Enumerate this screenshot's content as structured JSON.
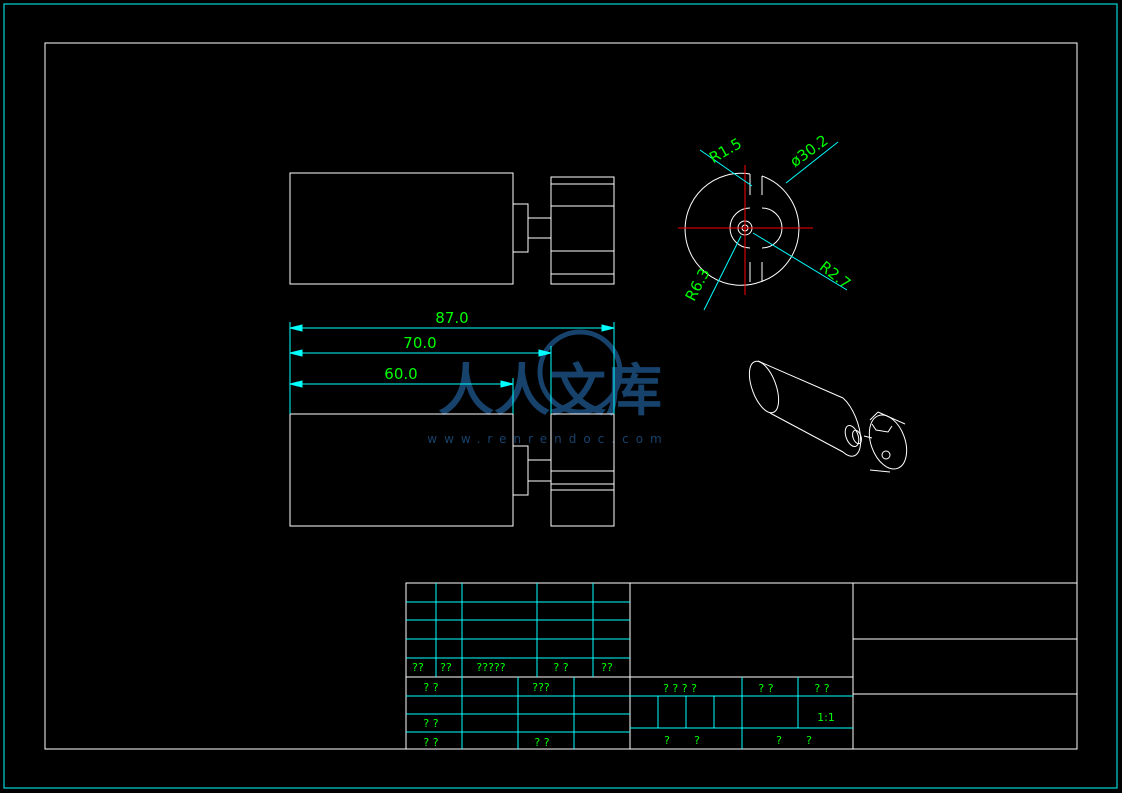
{
  "colors": {
    "background": "#000000",
    "frame": "#00ffff",
    "geometry": "#ffffff",
    "dimension_line": "#00ffff",
    "dimension_text": "#00ff00",
    "center_line": "#ff0000"
  },
  "front_view": {
    "dimensions": {
      "overall_length": "87.0",
      "body_plus_shaft": "70.0",
      "body_length": "60.0"
    }
  },
  "end_view": {
    "dimensions": {
      "fillet": "R1.5",
      "diameter": "ø30.2",
      "slot_radius": "R6.3",
      "hole_radius": "R2.7"
    }
  },
  "watermark": {
    "text": "人人文库",
    "url": "www.renrendoc.com"
  },
  "title_block": {
    "rev_row": [
      "??",
      "??",
      "?????",
      "? ?",
      "??"
    ],
    "left": {
      "r1c1": "? ?",
      "r1c3": "???",
      "r2c1": "? ?",
      "r3c1": "? ?",
      "r3c3": "? ?"
    },
    "mid": {
      "h1": "? ? ? ?",
      "h2": "? ?",
      "h3": "? ?",
      "scale": "1:1",
      "b1": "?",
      "b2": "?",
      "b3": "?",
      "b4": "?"
    }
  }
}
